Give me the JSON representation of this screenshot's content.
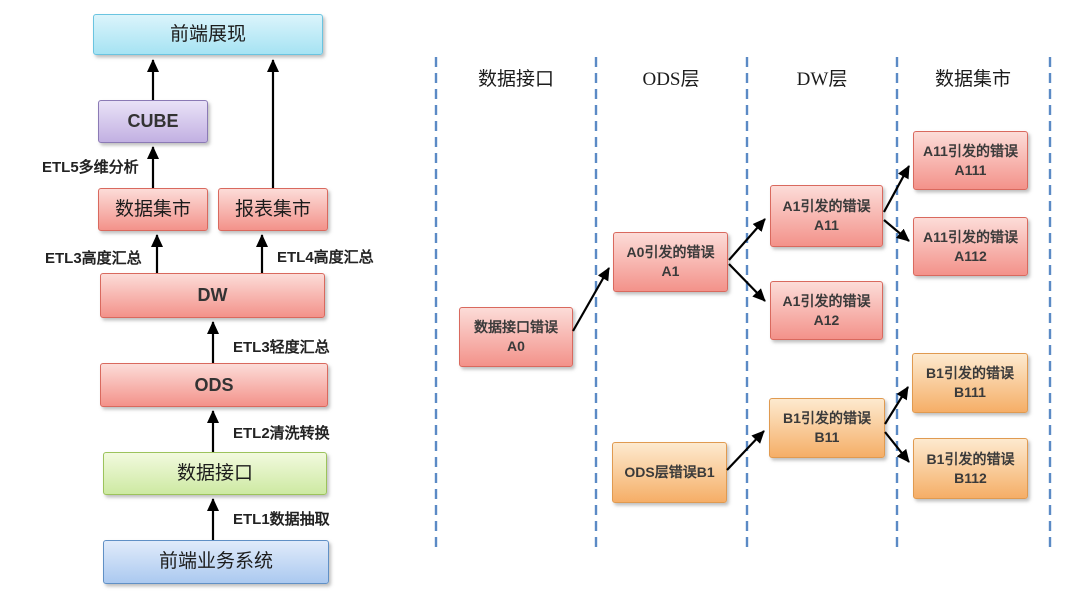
{
  "palette": {
    "red_top": "#fcdcd8",
    "red_bottom": "#f3928a",
    "red_border": "#d9695e",
    "orange_top": "#fdeacf",
    "orange_bottom": "#f5ae67",
    "orange_border": "#e09a50",
    "cyan_top": "#dbf4fb",
    "cyan_bottom": "#a6e3f3",
    "cyan_border": "#6ac4e0",
    "purple_top": "#e9e2f7",
    "purple_bottom": "#c2b0e2",
    "purple_border": "#8b7ab5",
    "green_top": "#f2fade",
    "green_bottom": "#cde9a2",
    "green_border": "#9cc35c",
    "blue_top": "#e0ebfa",
    "blue_bottom": "#abc9f0",
    "blue_border": "#6090c5",
    "divider_blue": "#5b8ac5",
    "arrow_color": "#000000"
  },
  "left_flow": {
    "nodes": {
      "frontend_display": {
        "label": "前端展现"
      },
      "cube": {
        "label": "CUBE"
      },
      "data_mart": {
        "label": "数据集市"
      },
      "report_mart": {
        "label": "报表集市"
      },
      "dw": {
        "label": "DW"
      },
      "ods": {
        "label": "ODS"
      },
      "data_interface": {
        "label": "数据接口"
      },
      "frontend_business": {
        "label": "前端业务系统"
      }
    },
    "etl_labels": {
      "etl5": "ETL5多维分析",
      "etl3_high": "ETL3高度汇总",
      "etl4_high": "ETL4高度汇总",
      "etl3_light": "ETL3轻度汇总",
      "etl2": "ETL2清洗转换",
      "etl1": "ETL1数据抽取"
    }
  },
  "right_flow": {
    "lane_headers": [
      "数据接口",
      "ODS层",
      "DW层",
      "数据集市"
    ],
    "nodes": {
      "a0": {
        "label": "数据接口错误A0"
      },
      "a1": {
        "label": "A0引发的错误A1"
      },
      "a11": {
        "label": "A1引发的错误A11"
      },
      "a12": {
        "label": "A1引发的错误A12"
      },
      "a111": {
        "label": "A11引发的错误A111"
      },
      "a112": {
        "label": "A11引发的错误A112"
      },
      "b1": {
        "label": "ODS层错误B1"
      },
      "b11": {
        "label": "B1引发的错误B11"
      },
      "b111": {
        "label": "B1引发的错误B111"
      },
      "b112": {
        "label": "B1引发的错误B112"
      }
    }
  }
}
